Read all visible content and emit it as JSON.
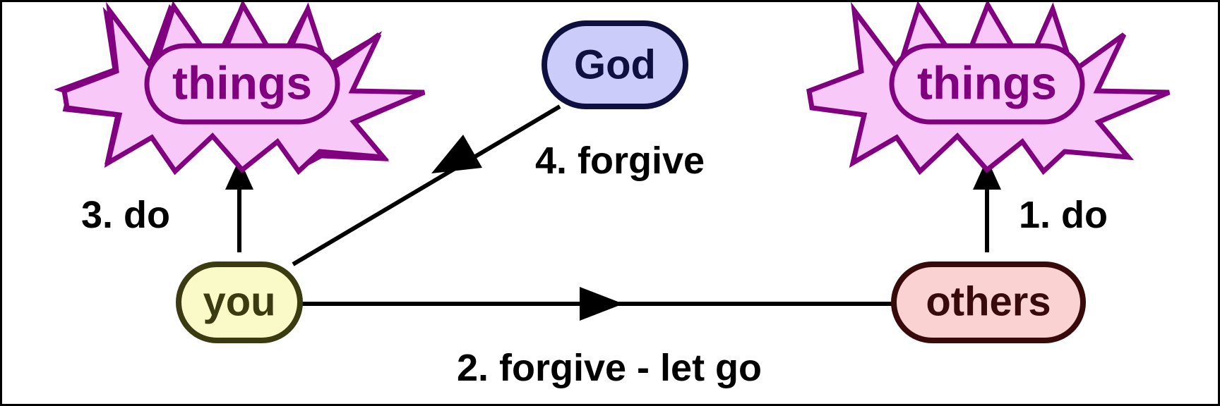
{
  "diagram": {
    "title": "Forgiveness cycle diagram",
    "background_color": "#ffffff",
    "border_color": "#000000",
    "nodes": [
      {
        "id": "things-left",
        "label": "things",
        "shape": "explosion-star-with-rounded-rect",
        "fill": "#f8c8f8",
        "stroke": "#800080",
        "text_color": "#800080"
      },
      {
        "id": "god",
        "label": "God",
        "shape": "rounded-rect",
        "fill": "#ccccfa",
        "stroke": "#101040",
        "text_color": "#101040"
      },
      {
        "id": "things-right",
        "label": "things",
        "shape": "explosion-star-with-rounded-rect",
        "fill": "#f8c8f8",
        "stroke": "#800080",
        "text_color": "#800080"
      },
      {
        "id": "you",
        "label": "you",
        "shape": "rounded-rect",
        "fill": "#fafac8",
        "stroke": "#3b3b12",
        "text_color": "#3b3b12"
      },
      {
        "id": "others",
        "label": "others",
        "shape": "rounded-rect",
        "fill": "#fad2d2",
        "stroke": "#380a0a",
        "text_color": "#380a0a"
      }
    ],
    "edges": [
      {
        "id": "edge-others-to-things-right",
        "from": "others",
        "to": "things-right",
        "label": "1. do",
        "direction": "up"
      },
      {
        "id": "edge-you-to-others",
        "from": "you",
        "to": "others",
        "label": "2. forgive - let go",
        "direction": "right"
      },
      {
        "id": "edge-you-to-things-left",
        "from": "you",
        "to": "things-left",
        "label": "3. do",
        "direction": "up"
      },
      {
        "id": "edge-god-to-you",
        "from": "God",
        "to": "you",
        "label": "4. forgive",
        "direction": "down-left"
      }
    ]
  }
}
